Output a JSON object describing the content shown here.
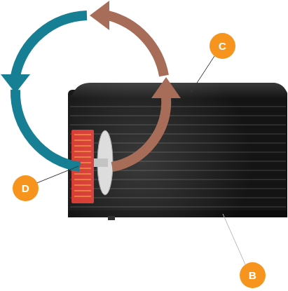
{
  "diagram": {
    "nodes": [
      {
        "text": [
          "C"
        ]
      },
      {
        "text": [
          "D"
        ]
      },
      {
        "text": [
          "B"
        ]
      }
    ]
  }
}
